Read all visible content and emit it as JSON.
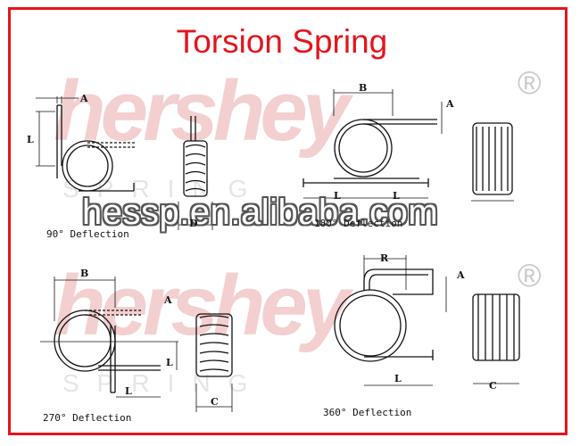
{
  "title": "Torsion Spring",
  "watermark": {
    "brand": "hershey",
    "spring": "SPRING",
    "url": "hessp.en.alibaba.com",
    "registered": "®"
  },
  "panels": {
    "deg90": {
      "caption": "90° Deflection",
      "labels": {
        "a": "A",
        "l": "L",
        "d": "D"
      }
    },
    "deg180": {
      "caption": "180° Deflection",
      "labels": {
        "b": "B",
        "a": "A",
        "l1": "L",
        "l2": "L"
      }
    },
    "deg270": {
      "caption": "270° Deflection",
      "labels": {
        "b": "B",
        "a": "A",
        "l1": "L",
        "l2": "L",
        "c": "C"
      }
    },
    "deg360": {
      "caption": "360° Deflection",
      "labels": {
        "r": "R",
        "a": "A",
        "l": "L",
        "c": "C"
      }
    }
  }
}
